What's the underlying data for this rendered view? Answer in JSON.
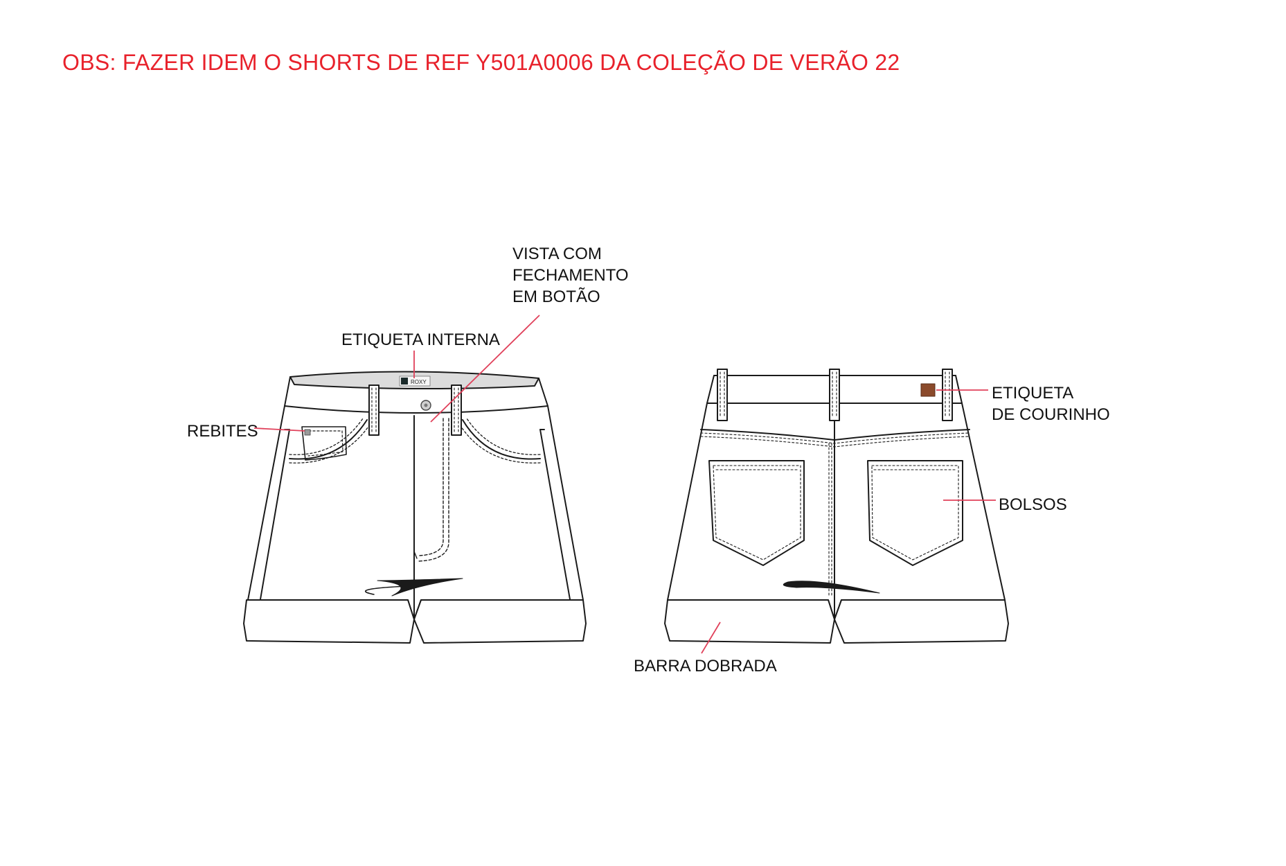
{
  "note": "OBS: FAZER IDEM O SHORTS DE REF Y501A0006 DA COLEÇÃO DE VERÃO 22",
  "brand_label": "ROXY",
  "labels": {
    "vista": [
      "VISTA COM",
      "FECHAMENTO",
      "EM BOTÃO"
    ],
    "etiqueta_interna": "ETIQUETA INTERNA",
    "rebites": "REBITES",
    "etiqueta_courinho": [
      "ETIQUETA",
      "DE COURINHO"
    ],
    "bolsos": "BOLSOS",
    "barra_dobrada": "BARRA DOBRADA"
  },
  "colors": {
    "note_red": "#e8212b",
    "leader_line": "#e0405a",
    "outline": "#1a1a1a",
    "waistband_inner": "#dcdcdc",
    "leather_patch": "#8b4a2b",
    "brand_square": "#1a2a2a"
  }
}
